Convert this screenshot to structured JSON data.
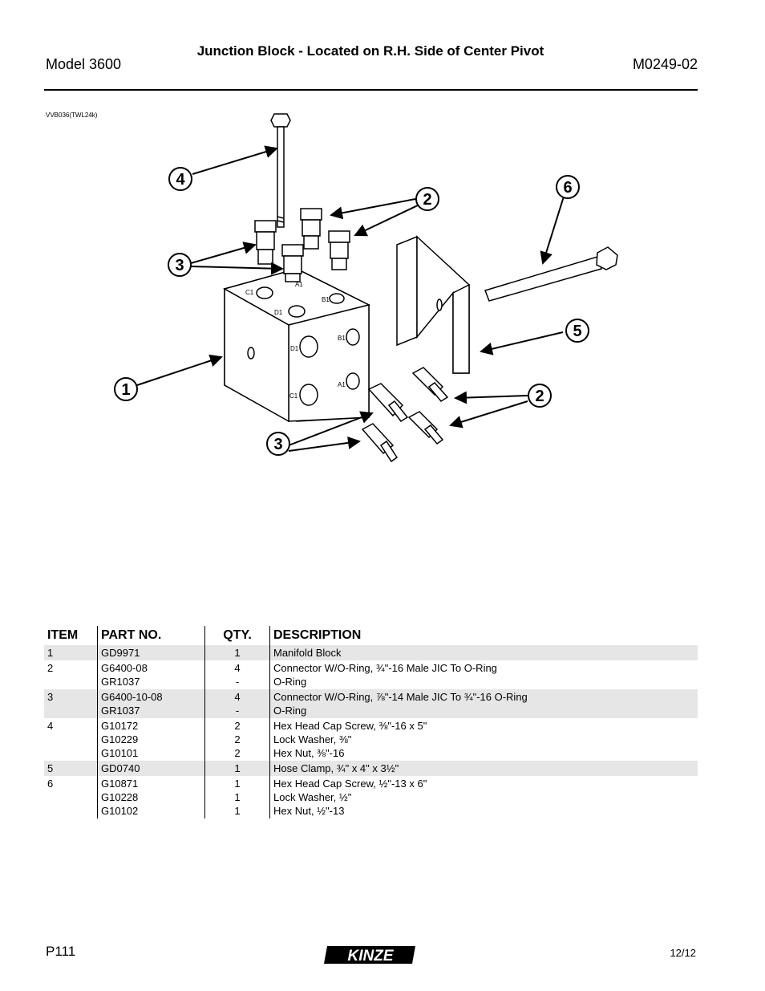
{
  "header": {
    "title": "Junction Block - Located on R.H. Side of Center Pivot",
    "model": "Model 3600",
    "manual_number": "M0249-02"
  },
  "figure": {
    "reference": "VVB036(TWL24k)",
    "callouts": [
      "1",
      "2",
      "2",
      "3",
      "3",
      "4",
      "5",
      "6"
    ],
    "port_labels": [
      "C1",
      "A1",
      "D1",
      "B1",
      "D1",
      "B1",
      "C1",
      "A1"
    ]
  },
  "table": {
    "headers": {
      "item": "ITEM",
      "part": "PART NO.",
      "qty": "QTY.",
      "desc": "DESCRIPTION"
    },
    "rows": [
      {
        "item": "1",
        "parts": [
          "GD9971"
        ],
        "qty": [
          "1"
        ],
        "desc": [
          "Manifold Block"
        ]
      },
      {
        "item": "2",
        "parts": [
          "G6400-08",
          "GR1037"
        ],
        "qty": [
          "4",
          "-"
        ],
        "desc": [
          "Connector W/O-Ring, ¾\"-16 Male JIC To O-Ring",
          "O-Ring"
        ]
      },
      {
        "item": "3",
        "parts": [
          "G6400-10-08",
          "GR1037"
        ],
        "qty": [
          "4",
          "-"
        ],
        "desc": [
          "Connector W/O-Ring, ⅞\"-14 Male JIC To ¾\"-16 O-Ring",
          "O-Ring"
        ]
      },
      {
        "item": "4",
        "parts": [
          "G10172",
          "G10229",
          "G10101"
        ],
        "qty": [
          "2",
          "2",
          "2"
        ],
        "desc": [
          "Hex Head Cap Screw, ⅜\"-16 x 5\"",
          "Lock Washer, ⅜\"",
          "Hex Nut, ⅜\"-16"
        ]
      },
      {
        "item": "5",
        "parts": [
          "GD0740"
        ],
        "qty": [
          "1"
        ],
        "desc": [
          "Hose Clamp, ¾\" x 4\" x 3½\""
        ]
      },
      {
        "item": "6",
        "parts": [
          "G10871",
          "G10228",
          "G10102"
        ],
        "qty": [
          "1",
          "1",
          "1"
        ],
        "desc": [
          "Hex Head Cap Screw, ½\"-13 x 6\"",
          "Lock Washer, ½\"",
          "Hex Nut, ½\"-13"
        ]
      }
    ]
  },
  "footer": {
    "page": "P111",
    "logo_text": "KINZE",
    "date": "12/12"
  }
}
